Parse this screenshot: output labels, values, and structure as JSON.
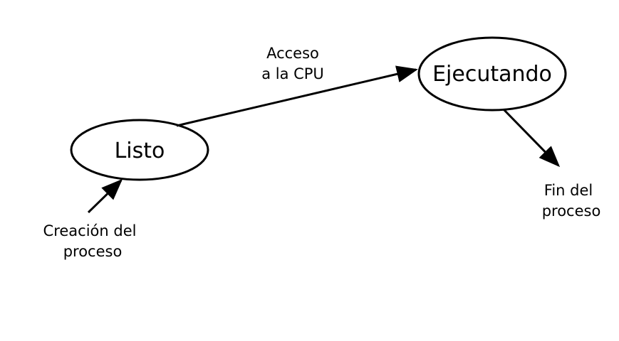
{
  "diagram": {
    "states": {
      "ready": "Listo",
      "running": "Ejecutando"
    },
    "transitions": {
      "create_line1": "Creación del",
      "create_line2": "proceso",
      "dispatch_line1": "Acceso",
      "dispatch_line2": "a la CPU",
      "exit_line1": "Fin del",
      "exit_line2": "proceso"
    }
  }
}
